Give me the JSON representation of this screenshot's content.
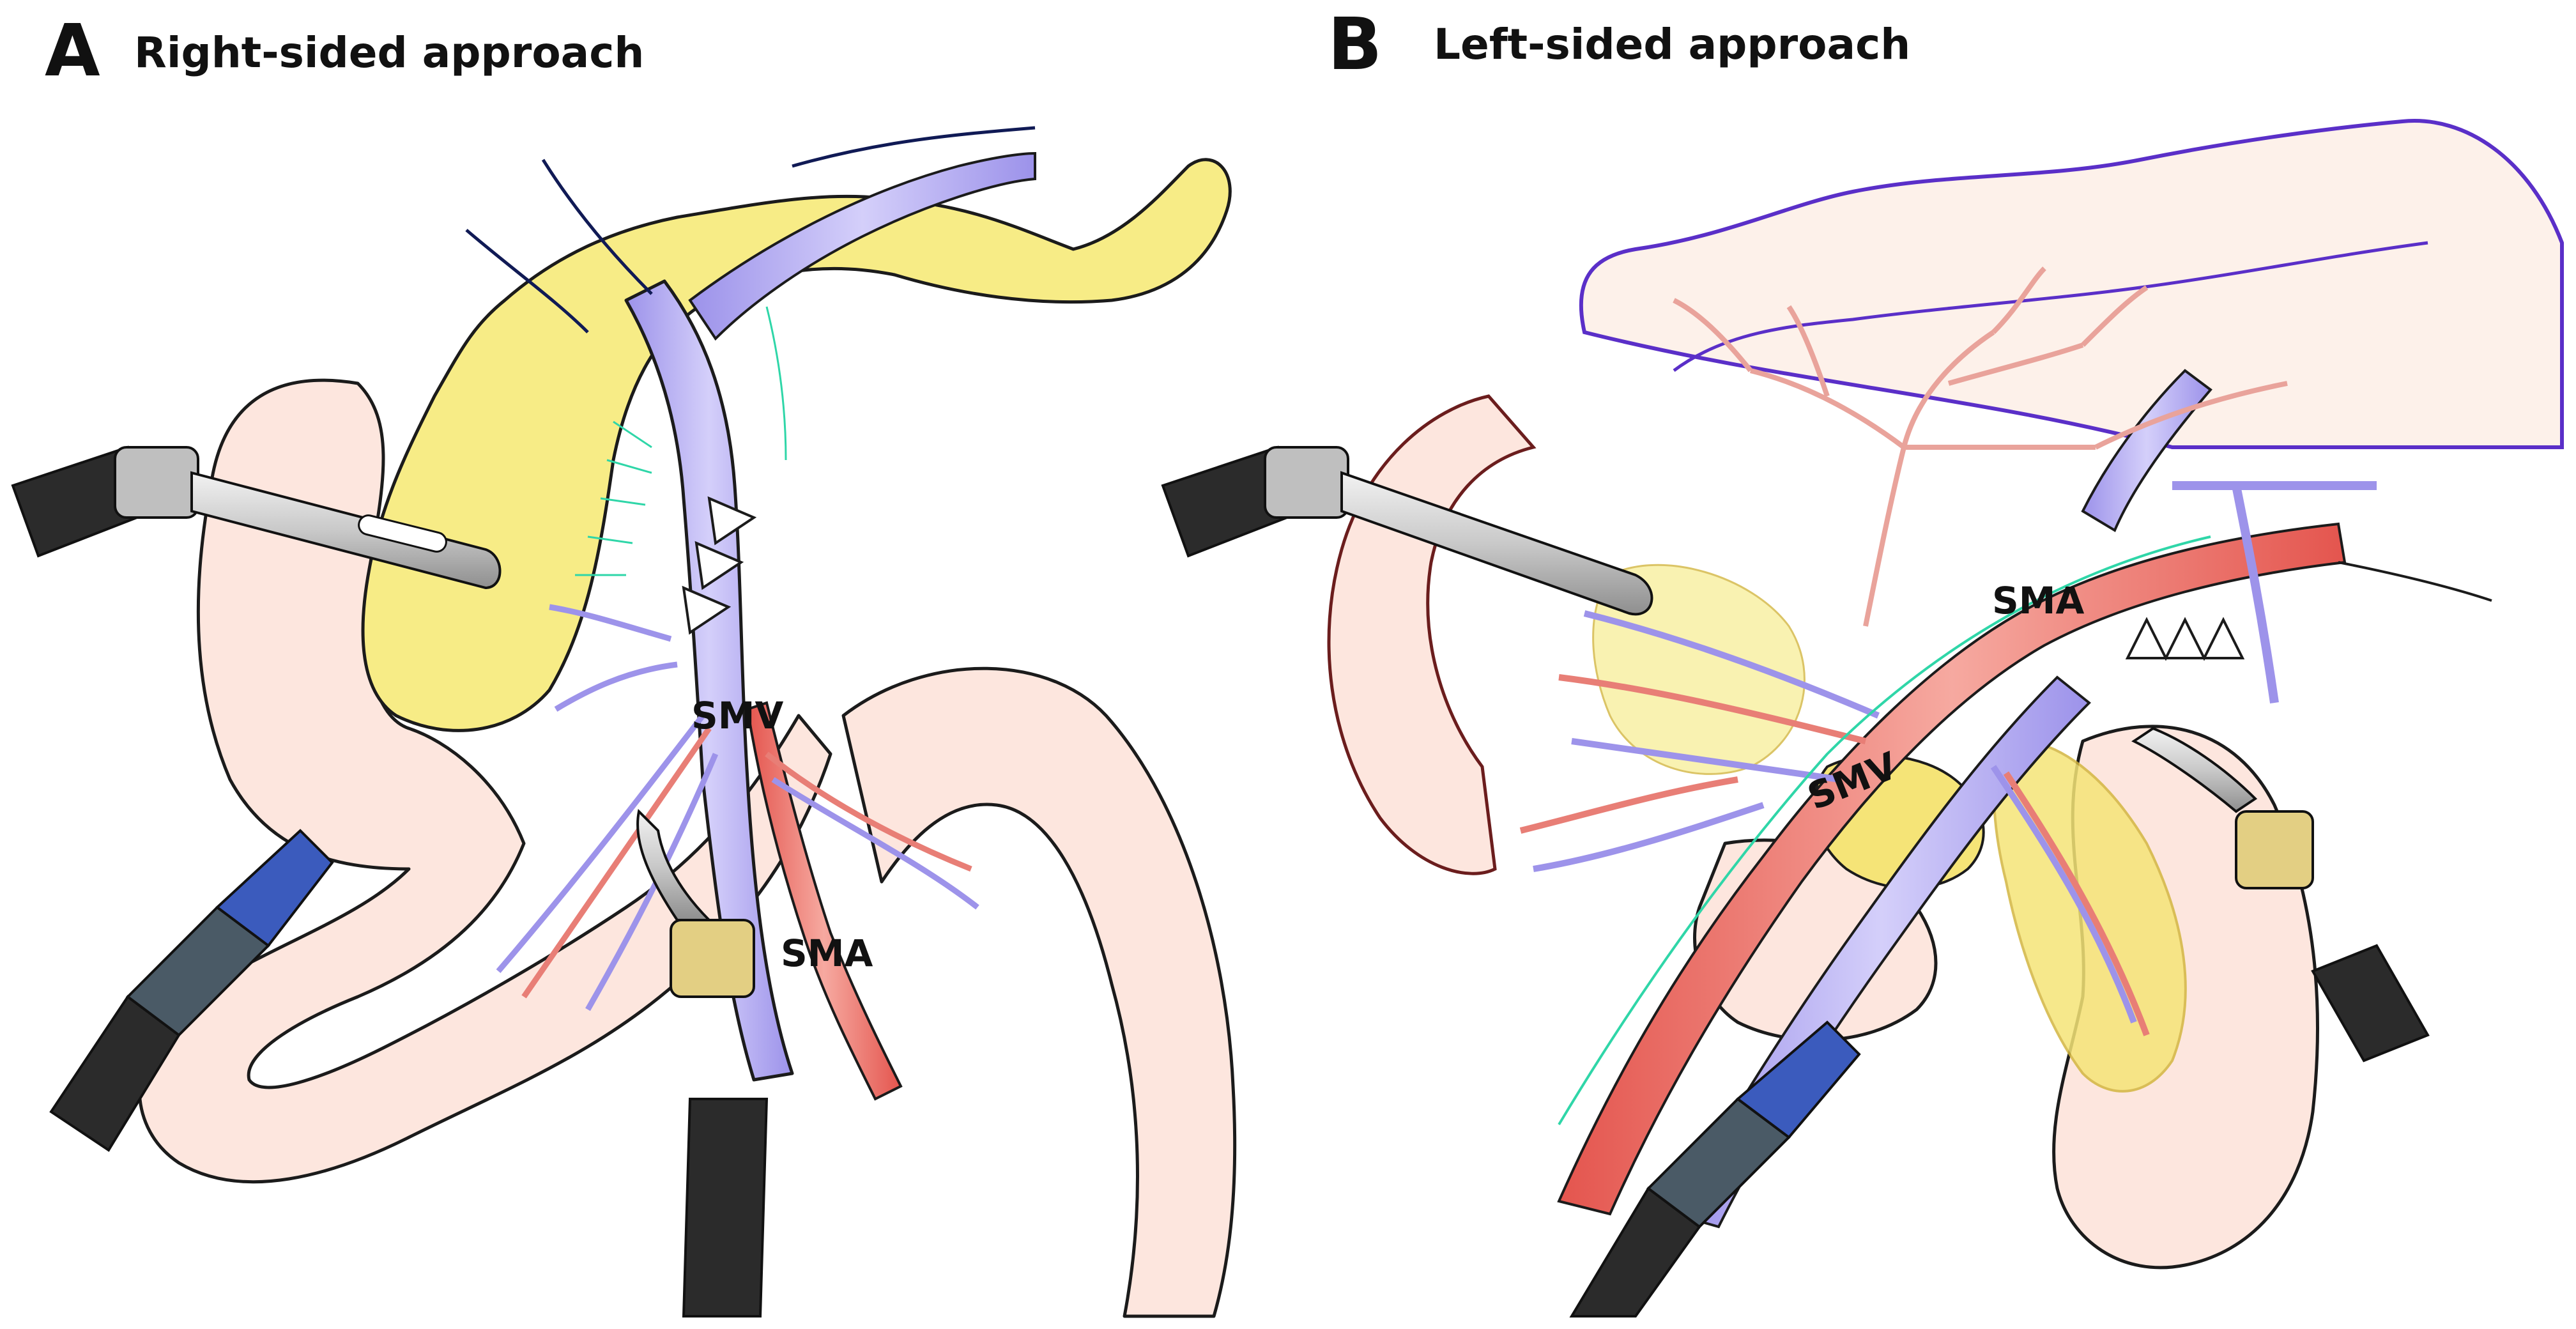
{
  "panel_a": {
    "letter": "A",
    "title": "Right-sided approach",
    "labels": {
      "smv": "SMV",
      "sma": "SMA"
    }
  },
  "panel_b": {
    "letter": "B",
    "title": "Left-sided approach",
    "labels": {
      "sma": "SMA",
      "smv": "SMV"
    }
  },
  "colors": {
    "pancreas": "#f7ec86",
    "bowel": "#fde6de",
    "artery": "#ee7a72",
    "vein": "#b7b0f0",
    "colon_outline": "#5a2fc8",
    "mesentery_vessel": "#e9a39b",
    "lymph_fat": "#f3e47a",
    "instrument": "#2b2b2b",
    "lymph_line": "#2fd6a8"
  }
}
